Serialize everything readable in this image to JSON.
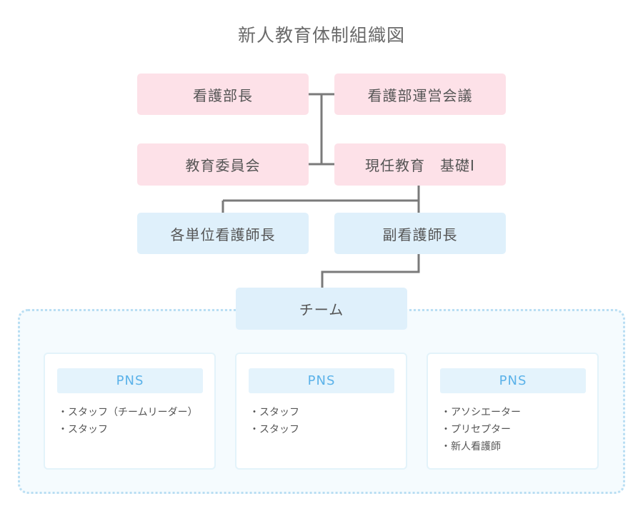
{
  "title": "新人教育体制組織図",
  "nodes": {
    "nurse_director": "看護部長",
    "nursing_dept_meeting": "看護部運営会議",
    "education_committee": "教育委員会",
    "current_education": "現任教育　基礎Ⅰ",
    "unit_head_nurses": "各単位看護師長",
    "deputy_head_nurse": "副看護師長",
    "team": "チーム"
  },
  "pns_groups": [
    {
      "title": "PNS",
      "members": [
        "スタッフ（チームリーダー）",
        "スタッフ"
      ]
    },
    {
      "title": "PNS",
      "members": [
        "スタッフ",
        "スタッフ"
      ]
    },
    {
      "title": "PNS",
      "members": [
        "アソシエーター",
        "プリセプター",
        "新人看護師"
      ]
    }
  ],
  "colors": {
    "management": "#fde1e8",
    "staff": "#dff0fb",
    "connector": "#7a7a7a",
    "pns_text": "#5bb2e9",
    "team_border": "#b9def3"
  }
}
